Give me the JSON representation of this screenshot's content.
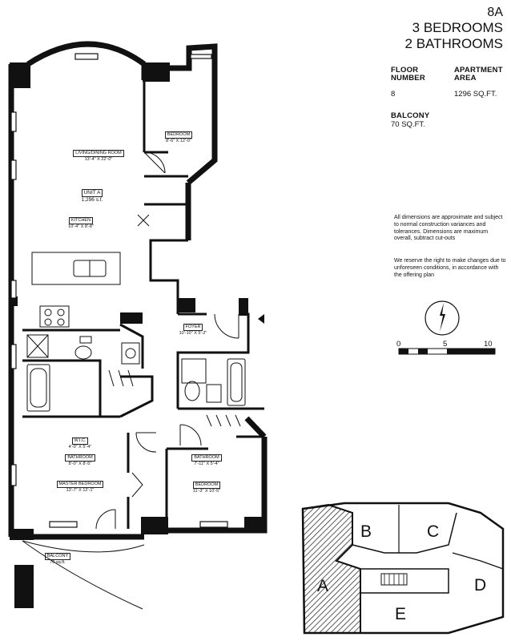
{
  "header": {
    "unit": "8A",
    "bedrooms": "3 BEDROOMS",
    "bathrooms": "2 BATHROOMS"
  },
  "info": {
    "floor_label": "FLOOR NUMBER",
    "floor_value": "8",
    "area_label": "APARTMENT AREA",
    "area_value": "1296 SQ.FT.",
    "balcony_label": "BALCONY",
    "balcony_value": "70 SQ.FT."
  },
  "notes": {
    "dimensions": "All dimensions are approximate and subject to normal construction variances and tolerances. Dimensions are maximum overall, subtract cut-outs",
    "reserve": "We reserve the right to make changes due to unforeseen conditions, in accordance with the offering plan"
  },
  "scale": {
    "zero": "0",
    "five": "5",
    "ten": "10"
  },
  "rooms": {
    "living_name": "LIVING/DINING ROOM",
    "living_dim": "13'-4\" X 22'-0\"",
    "bedroom_top_name": "BEDROOM",
    "bedroom_top_dim": "8'-6\" X 12'-0\"",
    "unit_name": "UNIT A",
    "unit_area": "1,296 s.f.",
    "kitchen_name": "KITCHEN",
    "kitchen_dim": "10'-4\" X 8'-8\"",
    "foyer_name": "FOYER",
    "foyer_dim": "10'-10\" X 5'-2\"",
    "wic_name": "W.I.C.",
    "wic_dim": "4'-0\" X 5'-4\"",
    "bath1_name": "BATHROOM",
    "bath1_dim": "8'-0\" X 8'-5\"",
    "master_name": "MASTER BEDROOM",
    "master_dim": "13'-7\" X 12'-1\"",
    "bath2_name": "BATHROOM",
    "bath2_dim": "7'-11\" X 5'-4\"",
    "bedroom2_name": "BEDROOM",
    "bedroom2_dim": "11'-3\" X 10'-5\"",
    "balcony_name": "BALCONY",
    "balcony_area": "70 sq.ft."
  },
  "key_plan": {
    "labels": [
      "A",
      "B",
      "C",
      "D",
      "E"
    ],
    "highlighted": "A"
  }
}
